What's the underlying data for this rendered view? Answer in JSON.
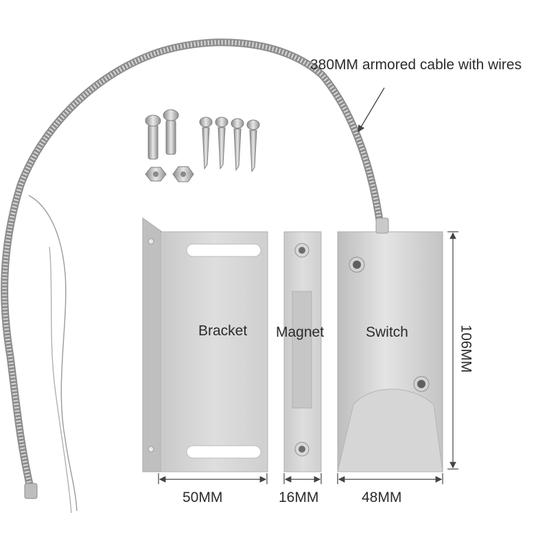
{
  "labels": {
    "cable": "380MM armored cable with wires",
    "bracket": "Bracket",
    "magnet": "Magnet",
    "switch": "Switch"
  },
  "dimensions": {
    "bracket_width": "50MM",
    "magnet_width": "16MM",
    "switch_width": "48MM",
    "height": "106MM"
  },
  "colors": {
    "metal": "#d4d4d4",
    "metal_dark": "#b5b5b5",
    "text": "#2b2b2b",
    "dim_line": "#444444"
  }
}
